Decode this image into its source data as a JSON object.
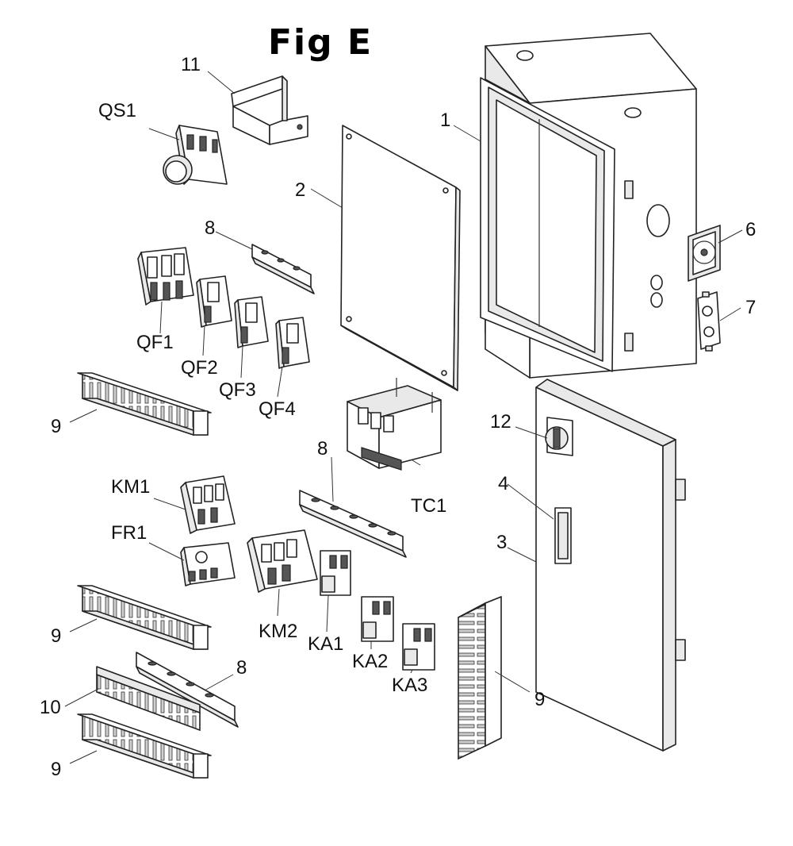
{
  "title": "Fig E",
  "labels": {
    "enclosure": "1",
    "mounting_plate": "2",
    "door": "3",
    "door_window": "4",
    "fan": "6",
    "outlet": "7",
    "din_rail_top": "8",
    "din_rail_middle": "8",
    "din_rail_bottom": "8",
    "duct_top": "9",
    "duct_middle": "9",
    "duct_bottom": "9",
    "duct_vertical": "9",
    "terminal_block": "10",
    "bracket": "11",
    "rotary_handle": "12",
    "qs1": "QS1",
    "qf1": "QF1",
    "qf2": "QF2",
    "qf3": "QF3",
    "qf4": "QF4",
    "km1": "KM1",
    "km2": "KM2",
    "fr1": "FR1",
    "tc1": "TC1",
    "ka1": "KA1",
    "ka2": "KA2",
    "ka3": "KA3"
  }
}
